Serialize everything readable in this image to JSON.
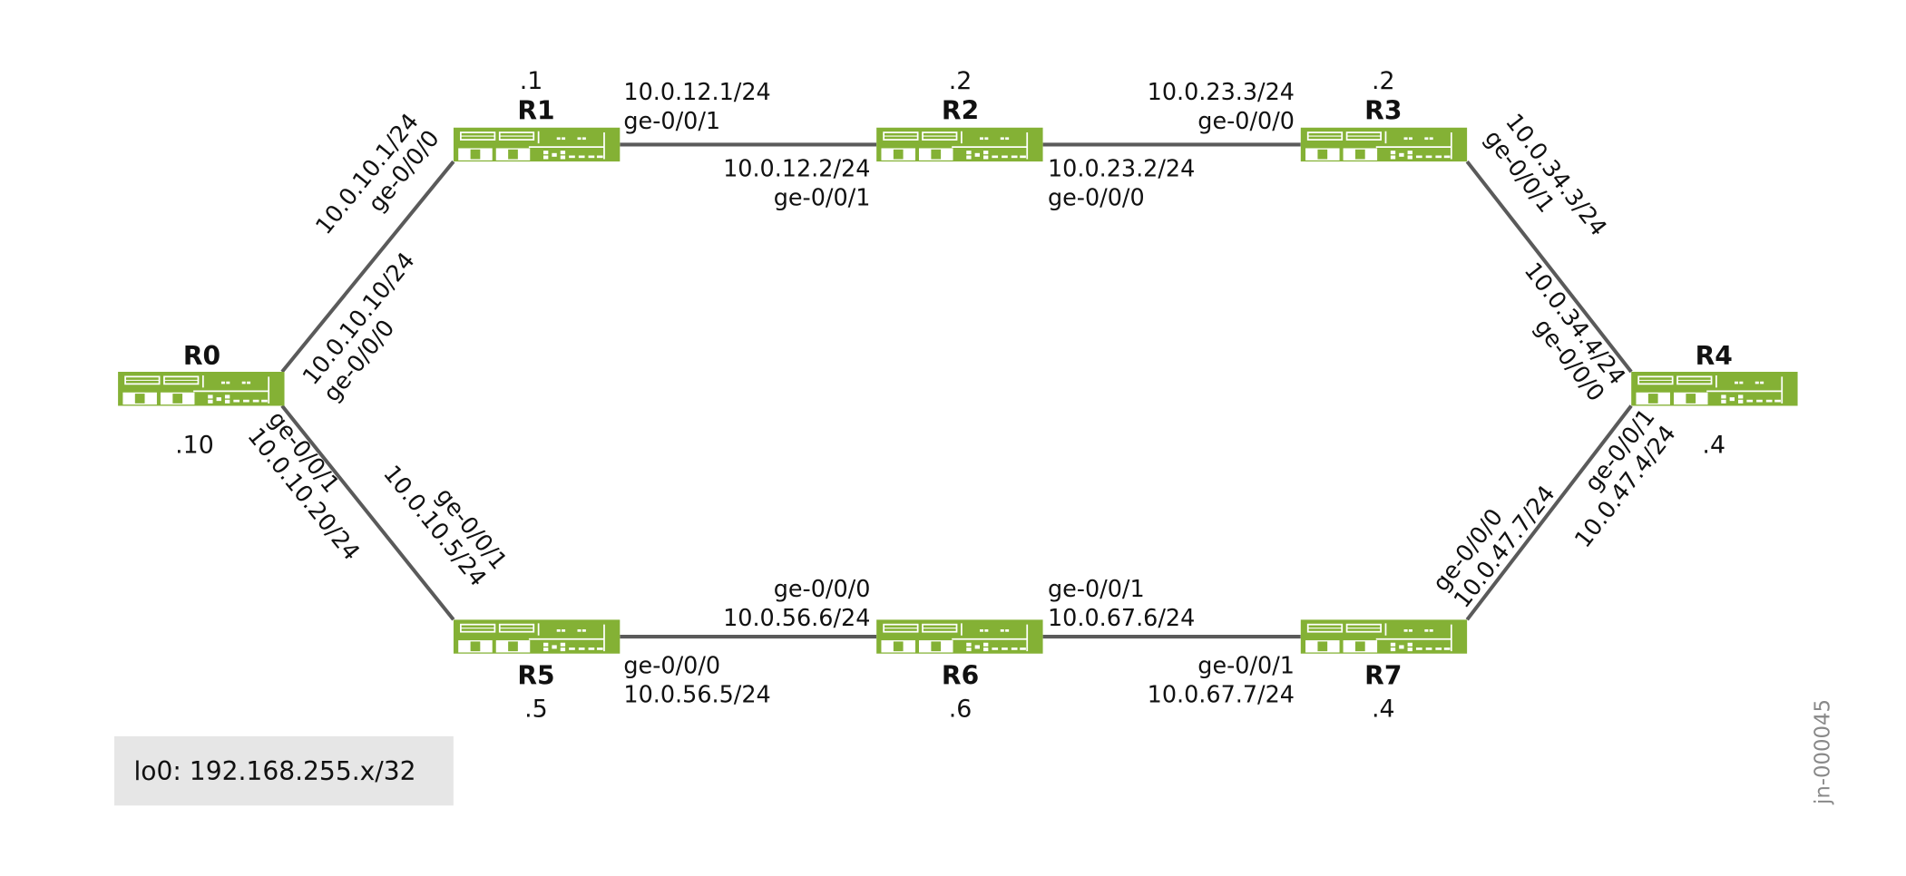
{
  "colors": {
    "router": "#84b135",
    "link": "#5a5a5a",
    "legend_bg": "#e6e6e6"
  },
  "routers": [
    {
      "name": "R0",
      "host": ".10"
    },
    {
      "name": "R1",
      "host": ".1"
    },
    {
      "name": "R2",
      "host": ".2"
    },
    {
      "name": "R3",
      "host": ".2"
    },
    {
      "name": "R4",
      "host": ".4"
    },
    {
      "name": "R5",
      "host": ".5"
    },
    {
      "name": "R6",
      "host": ".6"
    },
    {
      "name": "R7",
      "host": ".4"
    }
  ],
  "links": {
    "r0_r1": {
      "r1_side": {
        "ip": "10.0.10.1/24",
        "intf": "ge-0/0/0"
      },
      "r0_side": {
        "ip": "10.0.10.10/24",
        "intf": "ge-0/0/0"
      }
    },
    "r1_r2": {
      "r1_side": {
        "ip": "10.0.12.1/24",
        "intf": "ge-0/0/1"
      },
      "r2_side": {
        "ip": "10.0.12.2/24",
        "intf": "ge-0/0/1"
      }
    },
    "r2_r3": {
      "r3_side": {
        "ip": "10.0.23.3/24",
        "intf": "ge-0/0/0"
      },
      "r2_side": {
        "ip": "10.0.23.2/24",
        "intf": "ge-0/0/0"
      }
    },
    "r3_r4": {
      "r3_side": {
        "ip": "10.0.34.3/24",
        "intf": "ge-0/0/1"
      },
      "r4_side": {
        "ip": "10.0.34.4/24",
        "intf": "ge-0/0/0"
      }
    },
    "r0_r5": {
      "r0_side": {
        "ip": "10.0.10.20/24",
        "intf": "ge-0/0/1"
      },
      "r5_side": {
        "ip": "10.0.10.5/24",
        "intf": "ge-0/0/1"
      }
    },
    "r5_r6": {
      "r6_side": {
        "ip": "10.0.56.6/24",
        "intf": "ge-0/0/0"
      },
      "r5_side": {
        "ip": "10.0.56.5/24",
        "intf": "ge-0/0/0"
      }
    },
    "r6_r7": {
      "r6_side": {
        "ip": "10.0.67.6/24",
        "intf": "ge-0/0/1"
      },
      "r7_side": {
        "ip": "10.0.67.7/24",
        "intf": "ge-0/0/1"
      }
    },
    "r7_r4": {
      "r7_side": {
        "ip": "10.0.47.7/24",
        "intf": "ge-0/0/0"
      },
      "r4_side": {
        "ip": "10.0.47.4/24",
        "intf": "ge-0/0/1"
      }
    }
  },
  "legend": {
    "text": "lo0: 192.168.255.x/32"
  },
  "figure_id": "jn-000045"
}
